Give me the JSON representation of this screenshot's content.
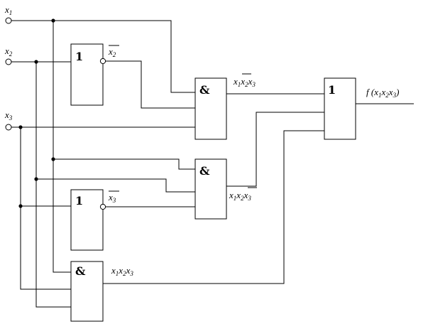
{
  "inputs": [
    {
      "var": "x",
      "sub": "1"
    },
    {
      "var": "x",
      "sub": "2"
    },
    {
      "var": "x",
      "sub": "3"
    }
  ],
  "gates": {
    "not_top": "1",
    "and_1": "&",
    "or_out": "1",
    "and_2": "&",
    "not_bottom": "1",
    "and_3": "&"
  },
  "signals": {
    "not_x2": {
      "var": "x",
      "sub": "2"
    },
    "not_x3": {
      "var": "x",
      "sub": "3"
    },
    "and1_out": [
      {
        "var": "x",
        "sub": "1"
      },
      {
        "var": "x",
        "sub": "2"
      },
      {
        "var": "x",
        "sub": "3"
      }
    ],
    "and2_out": [
      {
        "var": "x",
        "sub": "1"
      },
      {
        "var": "x",
        "sub": "2"
      },
      {
        "var": "x",
        "sub": "3"
      }
    ],
    "and3_out": [
      {
        "var": "x",
        "sub": "1"
      },
      {
        "var": "x",
        "sub": "2"
      },
      {
        "var": "x",
        "sub": "3"
      }
    ]
  },
  "output": {
    "func": "f",
    "args": [
      {
        "var": "x",
        "sub": "1"
      },
      {
        "var": "x",
        "sub": "2"
      },
      {
        "var": "x",
        "sub": "3"
      }
    ]
  }
}
